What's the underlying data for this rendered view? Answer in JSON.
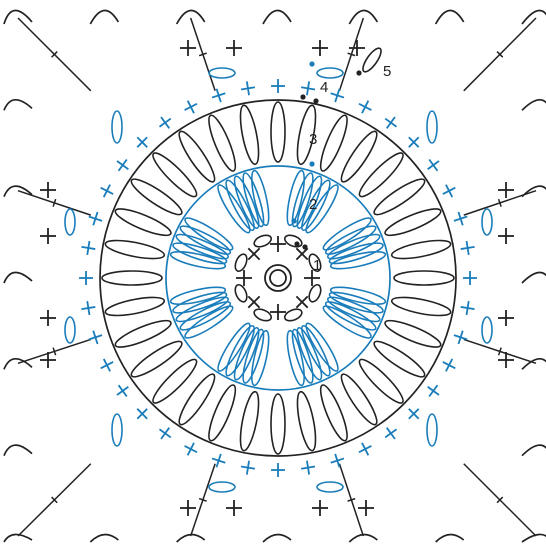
{
  "diagram": {
    "rounds": [
      {
        "label": "1",
        "color": "#222222",
        "stitch": "single-crochet"
      },
      {
        "label": "2",
        "color": "#1a7dbb",
        "stitch": "petal-cluster"
      },
      {
        "label": "3",
        "color": "#222222",
        "stitch": "double-crochet-fan"
      },
      {
        "label": "4",
        "color": "#1a7dbb",
        "stitch": "single-crochet"
      },
      {
        "label": "5",
        "color": "#222222",
        "stitch": "picot-edge"
      }
    ],
    "colors": {
      "ink": "#222222",
      "accent": "#1a7dbb",
      "background": "#ffffff"
    },
    "symbols": [
      "magic-ring-symbol",
      "chain-symbol",
      "single-crochet-symbol",
      "double-crochet-symbol",
      "start-dot-symbol"
    ]
  }
}
